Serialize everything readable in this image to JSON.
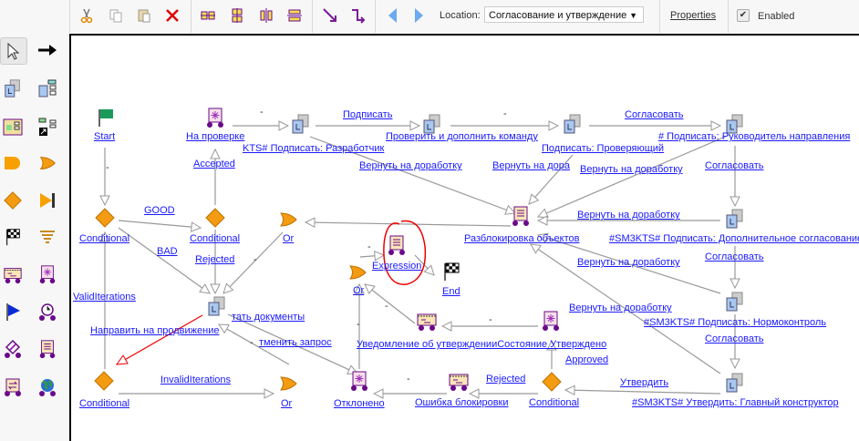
{
  "toolbar": {
    "buttons": [
      "cut",
      "copy",
      "paste",
      "delete",
      "align-horizontal",
      "align-center",
      "align-vertical",
      "align-middle",
      "connector-straight",
      "connector-elbow",
      "back",
      "forward"
    ],
    "location_label": "Location:",
    "location_value": "Согласование и утверждение",
    "properties_label": "Properties",
    "enabled_label": "Enabled",
    "enabled_checked": true
  },
  "palette": [
    "pointer",
    "arrow-connector",
    "task",
    "subprocess",
    "folder-subprocess",
    "linked-subprocess",
    "and-gate",
    "or-gate",
    "conditional",
    "end-flow",
    "finish-flag",
    "filter",
    "notification",
    "event",
    "start-flag",
    "timer",
    "decision-event",
    "expression",
    "transform",
    "web-service"
  ],
  "diagram": {
    "node_labels": {
      "start": "Start",
      "na_proverke": "На проверке",
      "razrabotchik": "KTS# Подписать: Разработчик",
      "proverit": "Проверить и дополнить команду",
      "proveryayushchiy": "Подписать: Проверяющий",
      "rukovoditel": "# Подписать: Руководитель направления",
      "cond1": "Conditional",
      "cond2": "Conditional",
      "or1": "Or",
      "razblokirovka": "Разблокировка объектов",
      "dop_soglasovanie": "#SM3KTS# Подписать: Дополнительное согласование",
      "expression": "Expression",
      "end": "End",
      "or2": "Or",
      "task_docs": "тать документы",
      "napravit": "Направить на продвижение",
      "normokontrol": "#SM3KTS# Подписать: Нормоконтроль",
      "uvedomlenie": "Уведомление об утвержденииСостояние Утверждено",
      "cond3": "Conditional",
      "or3": "Or",
      "otkloneno": "Отклонено",
      "oshibka": "Ошибка блокировки",
      "cond4": "Conditional",
      "glavny": "#SM3KTS# Утвердить: Главный конструктор"
    },
    "edge_labels": {
      "podpisat": "Подписать",
      "soglasovat1": "Согласовать",
      "accepted": "Accepted",
      "vernut1": "Вернуть на доработку",
      "vernut2": "Вернуть на дора",
      "vernut3": "Вернуть на доработку",
      "soglasovat2": "Согласовать",
      "good": "GOOD",
      "bad": "BAD",
      "rejected1": "Rejected",
      "vernut4": "Вернуть на доработку",
      "soglasovat3": "Согласовать",
      "vernut5": "Вернуть на доработку",
      "valid": "ValidIterations",
      "otmenit": "тменить запрос",
      "soglasovat4": "Согласовать",
      "approved": "Approved",
      "invalid": "InvalidIterations",
      "rejected2": "Rejected",
      "utverdit": "Утвердить",
      "dash": "-"
    },
    "colors": {
      "link": "#1a1aff",
      "edge": "#999999",
      "highlight": "#e00000",
      "diamond": "#f39c12"
    }
  }
}
